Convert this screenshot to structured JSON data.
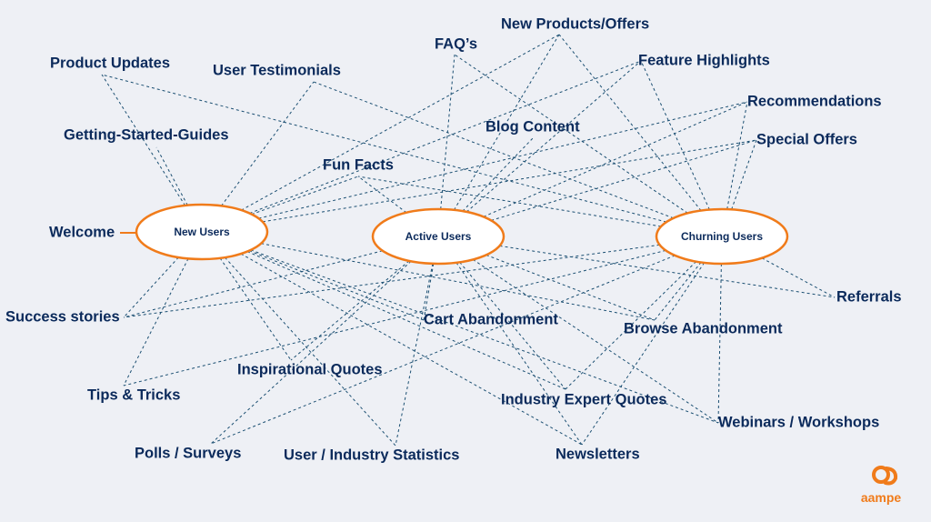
{
  "hubs": [
    {
      "id": "new",
      "label": "New Users"
    },
    {
      "id": "active",
      "label": "Active Users"
    },
    {
      "id": "churn",
      "label": "Churning Users"
    }
  ],
  "topics": [
    {
      "id": "new_products",
      "label": "New Products/Offers"
    },
    {
      "id": "faqs",
      "label": "FAQ’s"
    },
    {
      "id": "product_updates",
      "label": "Product Updates"
    },
    {
      "id": "user_testimonials",
      "label": "User Testimonials"
    },
    {
      "id": "feature_highlights",
      "label": "Feature Highlights"
    },
    {
      "id": "recommendations",
      "label": "Recommendations"
    },
    {
      "id": "getting_started",
      "label": "Getting-Started-Guides"
    },
    {
      "id": "blog_content",
      "label": "Blog Content"
    },
    {
      "id": "special_offers",
      "label": "Special Offers"
    },
    {
      "id": "fun_facts",
      "label": "Fun Facts"
    },
    {
      "id": "welcome",
      "label": "Welcome"
    },
    {
      "id": "referrals",
      "label": "Referrals"
    },
    {
      "id": "success_stories",
      "label": "Success stories"
    },
    {
      "id": "cart_abandonment",
      "label": "Cart Abandonment"
    },
    {
      "id": "browse_abandonment",
      "label": "Browse Abandonment"
    },
    {
      "id": "inspirational_quotes",
      "label": "Inspirational Quotes"
    },
    {
      "id": "tips_tricks",
      "label": "Tips & Tricks"
    },
    {
      "id": "industry_expert_quotes",
      "label": "Industry Expert Quotes"
    },
    {
      "id": "webinars",
      "label": "Webinars / Workshops"
    },
    {
      "id": "polls",
      "label": "Polls / Surveys"
    },
    {
      "id": "user_stats",
      "label": "User / Industry Statistics"
    },
    {
      "id": "newsletters",
      "label": "Newsletters"
    }
  ],
  "connections": [
    [
      "new",
      "new_products"
    ],
    [
      "new",
      "feature_highlights"
    ],
    [
      "new",
      "recommendations"
    ],
    [
      "new",
      "special_offers"
    ],
    [
      "new",
      "product_updates"
    ],
    [
      "new",
      "getting_started"
    ],
    [
      "new",
      "user_testimonials"
    ],
    [
      "new",
      "fun_facts"
    ],
    [
      "new",
      "welcome"
    ],
    [
      "new",
      "success_stories"
    ],
    [
      "new",
      "tips_tricks"
    ],
    [
      "new",
      "user_stats"
    ],
    [
      "new",
      "inspirational_quotes"
    ],
    [
      "new",
      "cart_abandonment"
    ],
    [
      "new",
      "industry_expert_quotes"
    ],
    [
      "new",
      "newsletters"
    ],
    [
      "new",
      "webinars"
    ],
    [
      "new",
      "browse_abandonment"
    ],
    [
      "active",
      "new_products"
    ],
    [
      "active",
      "faqs"
    ],
    [
      "active",
      "blog_content"
    ],
    [
      "active",
      "feature_highlights"
    ],
    [
      "active",
      "recommendations"
    ],
    [
      "active",
      "special_offers"
    ],
    [
      "active",
      "fun_facts"
    ],
    [
      "active",
      "referrals"
    ],
    [
      "active",
      "browse_abandonment"
    ],
    [
      "active",
      "cart_abandonment"
    ],
    [
      "active",
      "industry_expert_quotes"
    ],
    [
      "active",
      "webinars"
    ],
    [
      "active",
      "user_stats"
    ],
    [
      "active",
      "newsletters"
    ],
    [
      "active",
      "success_stories"
    ],
    [
      "active",
      "inspirational_quotes"
    ],
    [
      "active",
      "polls"
    ],
    [
      "churn",
      "new_products"
    ],
    [
      "churn",
      "faqs"
    ],
    [
      "churn",
      "feature_highlights"
    ],
    [
      "churn",
      "recommendations"
    ],
    [
      "churn",
      "special_offers"
    ],
    [
      "churn",
      "product_updates"
    ],
    [
      "churn",
      "user_testimonials"
    ],
    [
      "churn",
      "fun_facts"
    ],
    [
      "churn",
      "referrals"
    ],
    [
      "churn",
      "browse_abandonment"
    ],
    [
      "churn",
      "success_stories"
    ],
    [
      "churn",
      "industry_expert_quotes"
    ],
    [
      "churn",
      "webinars"
    ],
    [
      "churn",
      "newsletters"
    ],
    [
      "churn",
      "polls"
    ],
    [
      "churn",
      "tips_tricks"
    ]
  ],
  "brand": {
    "name": "aampe",
    "accent": "#f07b1a",
    "ink": "#0b2a5b"
  }
}
